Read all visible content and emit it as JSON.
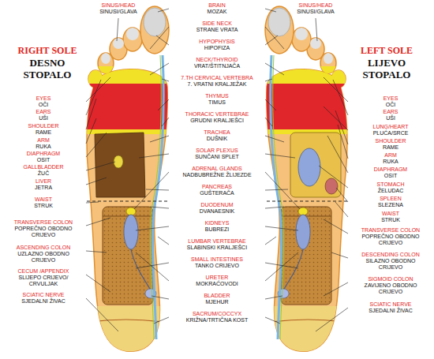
{
  "diagram": {
    "labels": [
      "RIGHT SOLE",
      "DESNO",
      "STOPALO",
      "LEFT SOLE",
      "LIJEVO",
      "STOPALO",
      "SINUS/HEAD",
      "SINUSI/GLAVA",
      "SINUS/HEAD",
      "SINUSI/GLAVA",
      "EYES",
      "OČI",
      "EARS",
      "UŠI",
      "SHOULDER",
      "RAME",
      "ARM",
      "RUKA",
      "DIAPHRAGM",
      "OSIT",
      "GALLBLADDER",
      "ŽUČ",
      "LIVER",
      "JETRA",
      "WAIST",
      "STRUK",
      "TRANSVERSE COLON",
      "POPREČNO OBODNO CRIJEVO",
      "ASCENDING COLON",
      "UZLAZNO OBODNO CRIJEVO",
      "CECUM /APPENDIX",
      "SLIJEPO CRIJEVO/ CRVULJAK",
      "SCIATIC NERVE",
      "SJEDALNI ŽIVAC",
      "BRAIN",
      "MOZAK",
      "SIDE NECK",
      "STRANE VRATA",
      "HYPOPHYSIS",
      "HIPOFIZA",
      "NECK/THYROID",
      "VRAT/ŠTITNJAČA",
      "7.TH CERVICAL VERTEBRA",
      "7. VRATNI KRALJEŽAK",
      "THYMUS",
      "TIMUS",
      "THORACIC VERTEBRAE",
      "GRUDNI KRALJEŠCI",
      "TRACHEA",
      "DUŠNIK",
      "SOLAR PLEXUS",
      "SUNČANI SPLET",
      "ADRENAL GLANDS",
      "NADBUBREŽNE ŽLIJEZDE",
      "PANCREAS",
      "GUŠTERAČA",
      "DUODENUM",
      "DVANAESNIK",
      "KIDNEYS",
      "BUBREZI",
      "LUMBAR VERTEBRAE",
      "SLABINSKI KRALJEŠCI",
      "SMALL INTESTINES",
      "TANKO CRIJEVO",
      "URETER",
      "MOKRAĆOVODI",
      "BLADDER",
      "MJEHUR",
      "SACRUM/COCCYX",
      "KRIŽNA/TRTIČNA KOST",
      "EYES",
      "OČI",
      "EARS",
      "UŠI",
      "LUNG/HEART",
      "PLUĆA/SRCE",
      "SHOULDER",
      "RAME",
      "ARM",
      "RUKA",
      "DIAPHRAGM",
      "OSIT",
      "STOMACH",
      "ŽELUDAC",
      "SPLEEN",
      "SLEZENA",
      "WAIST",
      "STRUK",
      "TRANSVERSE COLON",
      "POPREČNO OBODNO CRIJEVO",
      "DESCENDING COLON",
      "SILAZNO OBODNO CRIJEVO",
      "SIGMOID COLON",
      "ZAVIJENO OBODNO CRIJEVO",
      "SCIATIC NERVE",
      "SJEDALNI ŽIVAC"
    ]
  }
}
